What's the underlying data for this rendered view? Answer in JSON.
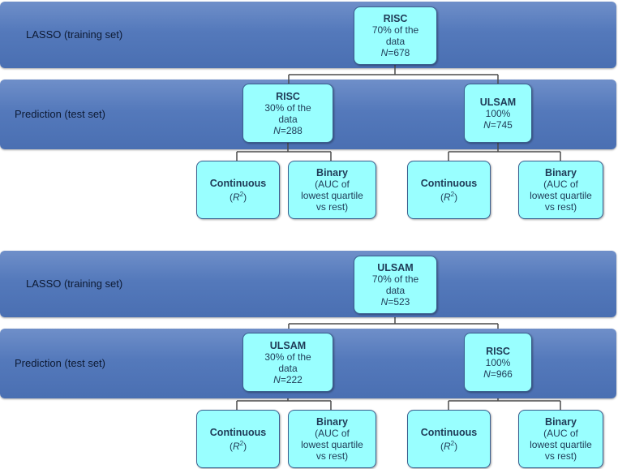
{
  "diagram1": {
    "train_label": "LASSO (training set)",
    "test_label": "Prediction (test set)",
    "train_node": {
      "title": "RISC",
      "pct": "70% of the",
      "pct2": "data",
      "n_prefix": "N",
      "n_value": "=678"
    },
    "test_left": {
      "title": "RISC",
      "pct": "30% of the",
      "pct2": "data",
      "n_prefix": "N",
      "n_value": "=288"
    },
    "test_right": {
      "title": "ULSAM",
      "pct": "100%",
      "n_prefix": "N",
      "n_value": "=745"
    },
    "left_cont": {
      "title": "Continuous",
      "sub_open": "(",
      "sub_r": "R",
      "sub_sup": "2",
      "sub_close": ")"
    },
    "left_bin": {
      "title": "Binary",
      "l1": "(AUC of",
      "l2": "lowest quartile",
      "l3": "vs rest)"
    },
    "right_cont": {
      "title": "Continuous",
      "sub_open": "(",
      "sub_r": "R",
      "sub_sup": "2",
      "sub_close": ")"
    },
    "right_bin": {
      "title": "Binary",
      "l1": "(AUC of",
      "l2": "lowest quartile",
      "l3": "vs rest)"
    }
  },
  "diagram2": {
    "train_label": "LASSO (training set)",
    "test_label": "Prediction (test set)",
    "train_node": {
      "title": "ULSAM",
      "pct": "70% of the",
      "pct2": "data",
      "n_prefix": "N",
      "n_value": "=523"
    },
    "test_left": {
      "title": "ULSAM",
      "pct": "30% of the",
      "pct2": "data",
      "n_prefix": "N",
      "n_value": "=222"
    },
    "test_right": {
      "title": "RISC",
      "pct": "100%",
      "n_prefix": "N",
      "n_value": "=966"
    },
    "left_cont": {
      "title": "Continuous",
      "sub_open": "(",
      "sub_r": "R",
      "sub_sup": "2",
      "sub_close": ")"
    },
    "left_bin": {
      "title": "Binary",
      "l1": "(AUC of",
      "l2": "lowest quartile",
      "l3": "vs rest)"
    },
    "right_cont": {
      "title": "Continuous",
      "sub_open": "(",
      "sub_r": "R",
      "sub_sup": "2",
      "sub_close": ")"
    },
    "right_bin": {
      "title": "Binary",
      "l1": "(AUC of",
      "l2": "lowest quartile",
      "l3": "vs rest)"
    }
  },
  "colors": {
    "band": "#5479bb",
    "node_fill": "#99ffff",
    "node_border": "#3a5f8f",
    "connector": "#4b4b4b"
  }
}
